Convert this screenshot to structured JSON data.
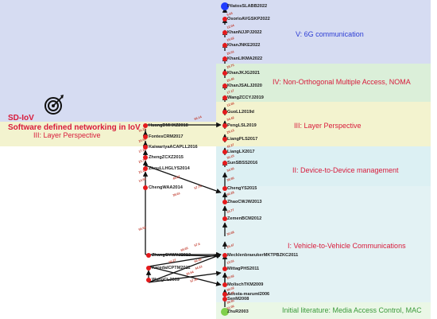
{
  "colors": {
    "band_blue": "#d6dcf2",
    "band_green": "#dbefd9",
    "band_yellow": "#f3f3cf",
    "band_cyan": "#dcf0f3",
    "text_red": "#d81b3b",
    "text_blue": "#2c3cd4",
    "text_green": "#3a9a3a",
    "node_red": "#e41a1c",
    "node_blue": "#1f3cff",
    "node_green": "#7fd04a"
  },
  "bands": {
    "b5": "V: 6G communication",
    "b4": "IV: Non-Orthogonal Multiple Access, NOMA",
    "b3_right": "III:  Layer Perspective",
    "b3_left": "III:  Layer Perspective",
    "b2": "II:  Device-to-Device management",
    "b1": "I:  Vehicle-to-Vehicle Communications",
    "b0": "Initial literature: Media Access Control, MAC"
  },
  "sdiov": {
    "line1": "SD-IoV",
    "line2": "Software defined networking in IoV",
    "icon": "target-icon"
  },
  "nodes": {
    "n1": "PilatosSLABB2022",
    "n2": "OsorioAVGSKP2022",
    "n3": "KhanNJJPJ2022",
    "n4": "KhanJNKE2022",
    "n5": "KhanLIKMA2022",
    "n6": "KhanJKJG2021",
    "n7": "KhanJSALJ2020",
    "n8": "WangZCCYJ2019",
    "n9": "GuoLL2019d",
    "n10": "PengLSL2019",
    "n11": "LiangPLS2017",
    "n12": "LiangLX2017",
    "n13": "SunSBSS2016",
    "n14": "ChengYS2015",
    "n15": "ZhaoCWJW2013",
    "n16": "ZemenBCM2012",
    "n17": "MecklenbraeukerMKTPBZKC2011",
    "n18": "MittagPHS2011",
    "n19": "MolischTKM2009",
    "n20": "SenM2008",
    "n21": "Acosta-marumI2006",
    "n22": "ZhuR2003",
    "m1": "HuangDMHXZ2018",
    "m2": "FontesCRM2017",
    "m3": "KaiwartyaACAPLL2016",
    "m4": "ZhengZCXZ2015",
    "m5": "ZhouLLHGLYS2014",
    "m6": "ChengWAA2014",
    "m7": "ZhangCYWYJ2013",
    "m8": "KaredalCPTM2011",
    "m9": "WangCL2009"
  },
  "edges": {
    "e1": "5.63",
    "e2": "12.04",
    "e3": "15.62",
    "e4": "26.01",
    "e5": "28.75",
    "e6": "20.46",
    "e7": "17.17",
    "e8": "12.66",
    "e9": "34.42",
    "e10": "29.13",
    "e11": "42.27",
    "e12": "30.15",
    "e13": "34.55",
    "e14": "38.95",
    "e15": "60.28",
    "e16": "53.77",
    "e17": "30.68",
    "e18": "25.47",
    "e19": "13.01",
    "e20": "20.92",
    "e21": "66.02",
    "e22": "38.95",
    "e23": "62.98",
    "e24": "61.06",
    "e25": "66.14",
    "e26": "31.21",
    "e27": "20.56",
    "e28": "17.21",
    "e29": "23.78",
    "e30": "21.22",
    "e31": "14.93",
    "e32": "57.76",
    "e33": "55.52",
    "e34": "45.67",
    "e35": "39.61",
    "e36": "69.65",
    "e37": "56.27",
    "e38": "44.21",
    "e39": "26.94",
    "e40": "57.49",
    "e41": "66.42",
    "e42": "57.6"
  }
}
